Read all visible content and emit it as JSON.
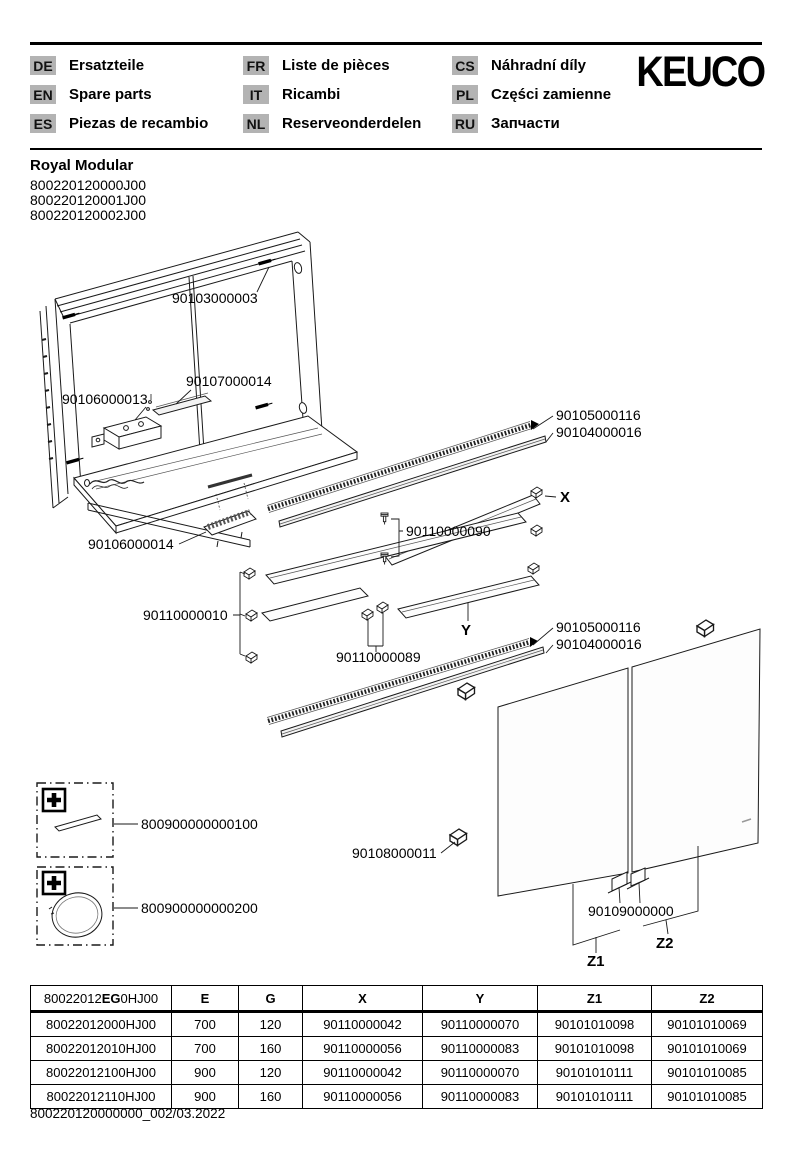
{
  "header": {
    "logo_text": "KEUCO",
    "badge_bg": "#b3b3b3",
    "languages": [
      {
        "code": "DE",
        "label": "Ersatzteile"
      },
      {
        "code": "EN",
        "label": "Spare parts"
      },
      {
        "code": "ES",
        "label": "Piezas de recambio"
      },
      {
        "code": "FR",
        "label": "Liste de pièces"
      },
      {
        "code": "IT",
        "label": "Ricambi"
      },
      {
        "code": "NL",
        "label": "Reserveonderdelen"
      },
      {
        "code": "CS",
        "label": "Náhradní díly"
      },
      {
        "code": "PL",
        "label": "Części zamienne"
      },
      {
        "code": "RU",
        "label": "Запчасти"
      }
    ]
  },
  "product": {
    "series_title": "Royal Modular",
    "variant_numbers": [
      "800220120000J00",
      "800220120001J00",
      "800220120002J00"
    ]
  },
  "diagram": {
    "part_labels": {
      "frame_screw": "90103000003",
      "light_module": "90107000014",
      "driver_unit": "90106000013",
      "terminal_strip": "90106000014",
      "led_strip_top": "90105000116",
      "profile_top": "90104000016",
      "glass_x_marker": "X",
      "shelf_screws": "90110000090",
      "shelf_clips_left": "90110000010",
      "glass_y_marker": "Y",
      "shelf_clips_mid": "90110000089",
      "led_strip_bottom": "90105000116",
      "profile_bottom": "90104000016",
      "door_clip": "90108000011",
      "door_bracket": "90109000000",
      "z1_marker": "Z1",
      "z2_marker": "Z2",
      "accessory_strip": "800900000000100",
      "accessory_mirror": "800900000000200"
    }
  },
  "table": {
    "header": {
      "model": {
        "prefix": "80022012",
        "bold": "EG",
        "suffix": "0HJ00"
      },
      "columns": [
        "E",
        "G",
        "X",
        "Y",
        "Z1",
        "Z2"
      ]
    },
    "rows": [
      [
        "80022012000HJ00",
        "700",
        "120",
        "90110000042",
        "90110000070",
        "90101010098",
        "90101010069"
      ],
      [
        "80022012010HJ00",
        "700",
        "160",
        "90110000056",
        "90110000083",
        "90101010098",
        "90101010069"
      ],
      [
        "80022012100HJ00",
        "900",
        "120",
        "90110000042",
        "90110000070",
        "90101010111",
        "90101010085"
      ],
      [
        "80022012110HJ00",
        "900",
        "160",
        "90110000056",
        "90110000083",
        "90101010111",
        "90101010085"
      ]
    ]
  },
  "footer": {
    "document_number": "800220120000000_002/03.2022"
  }
}
